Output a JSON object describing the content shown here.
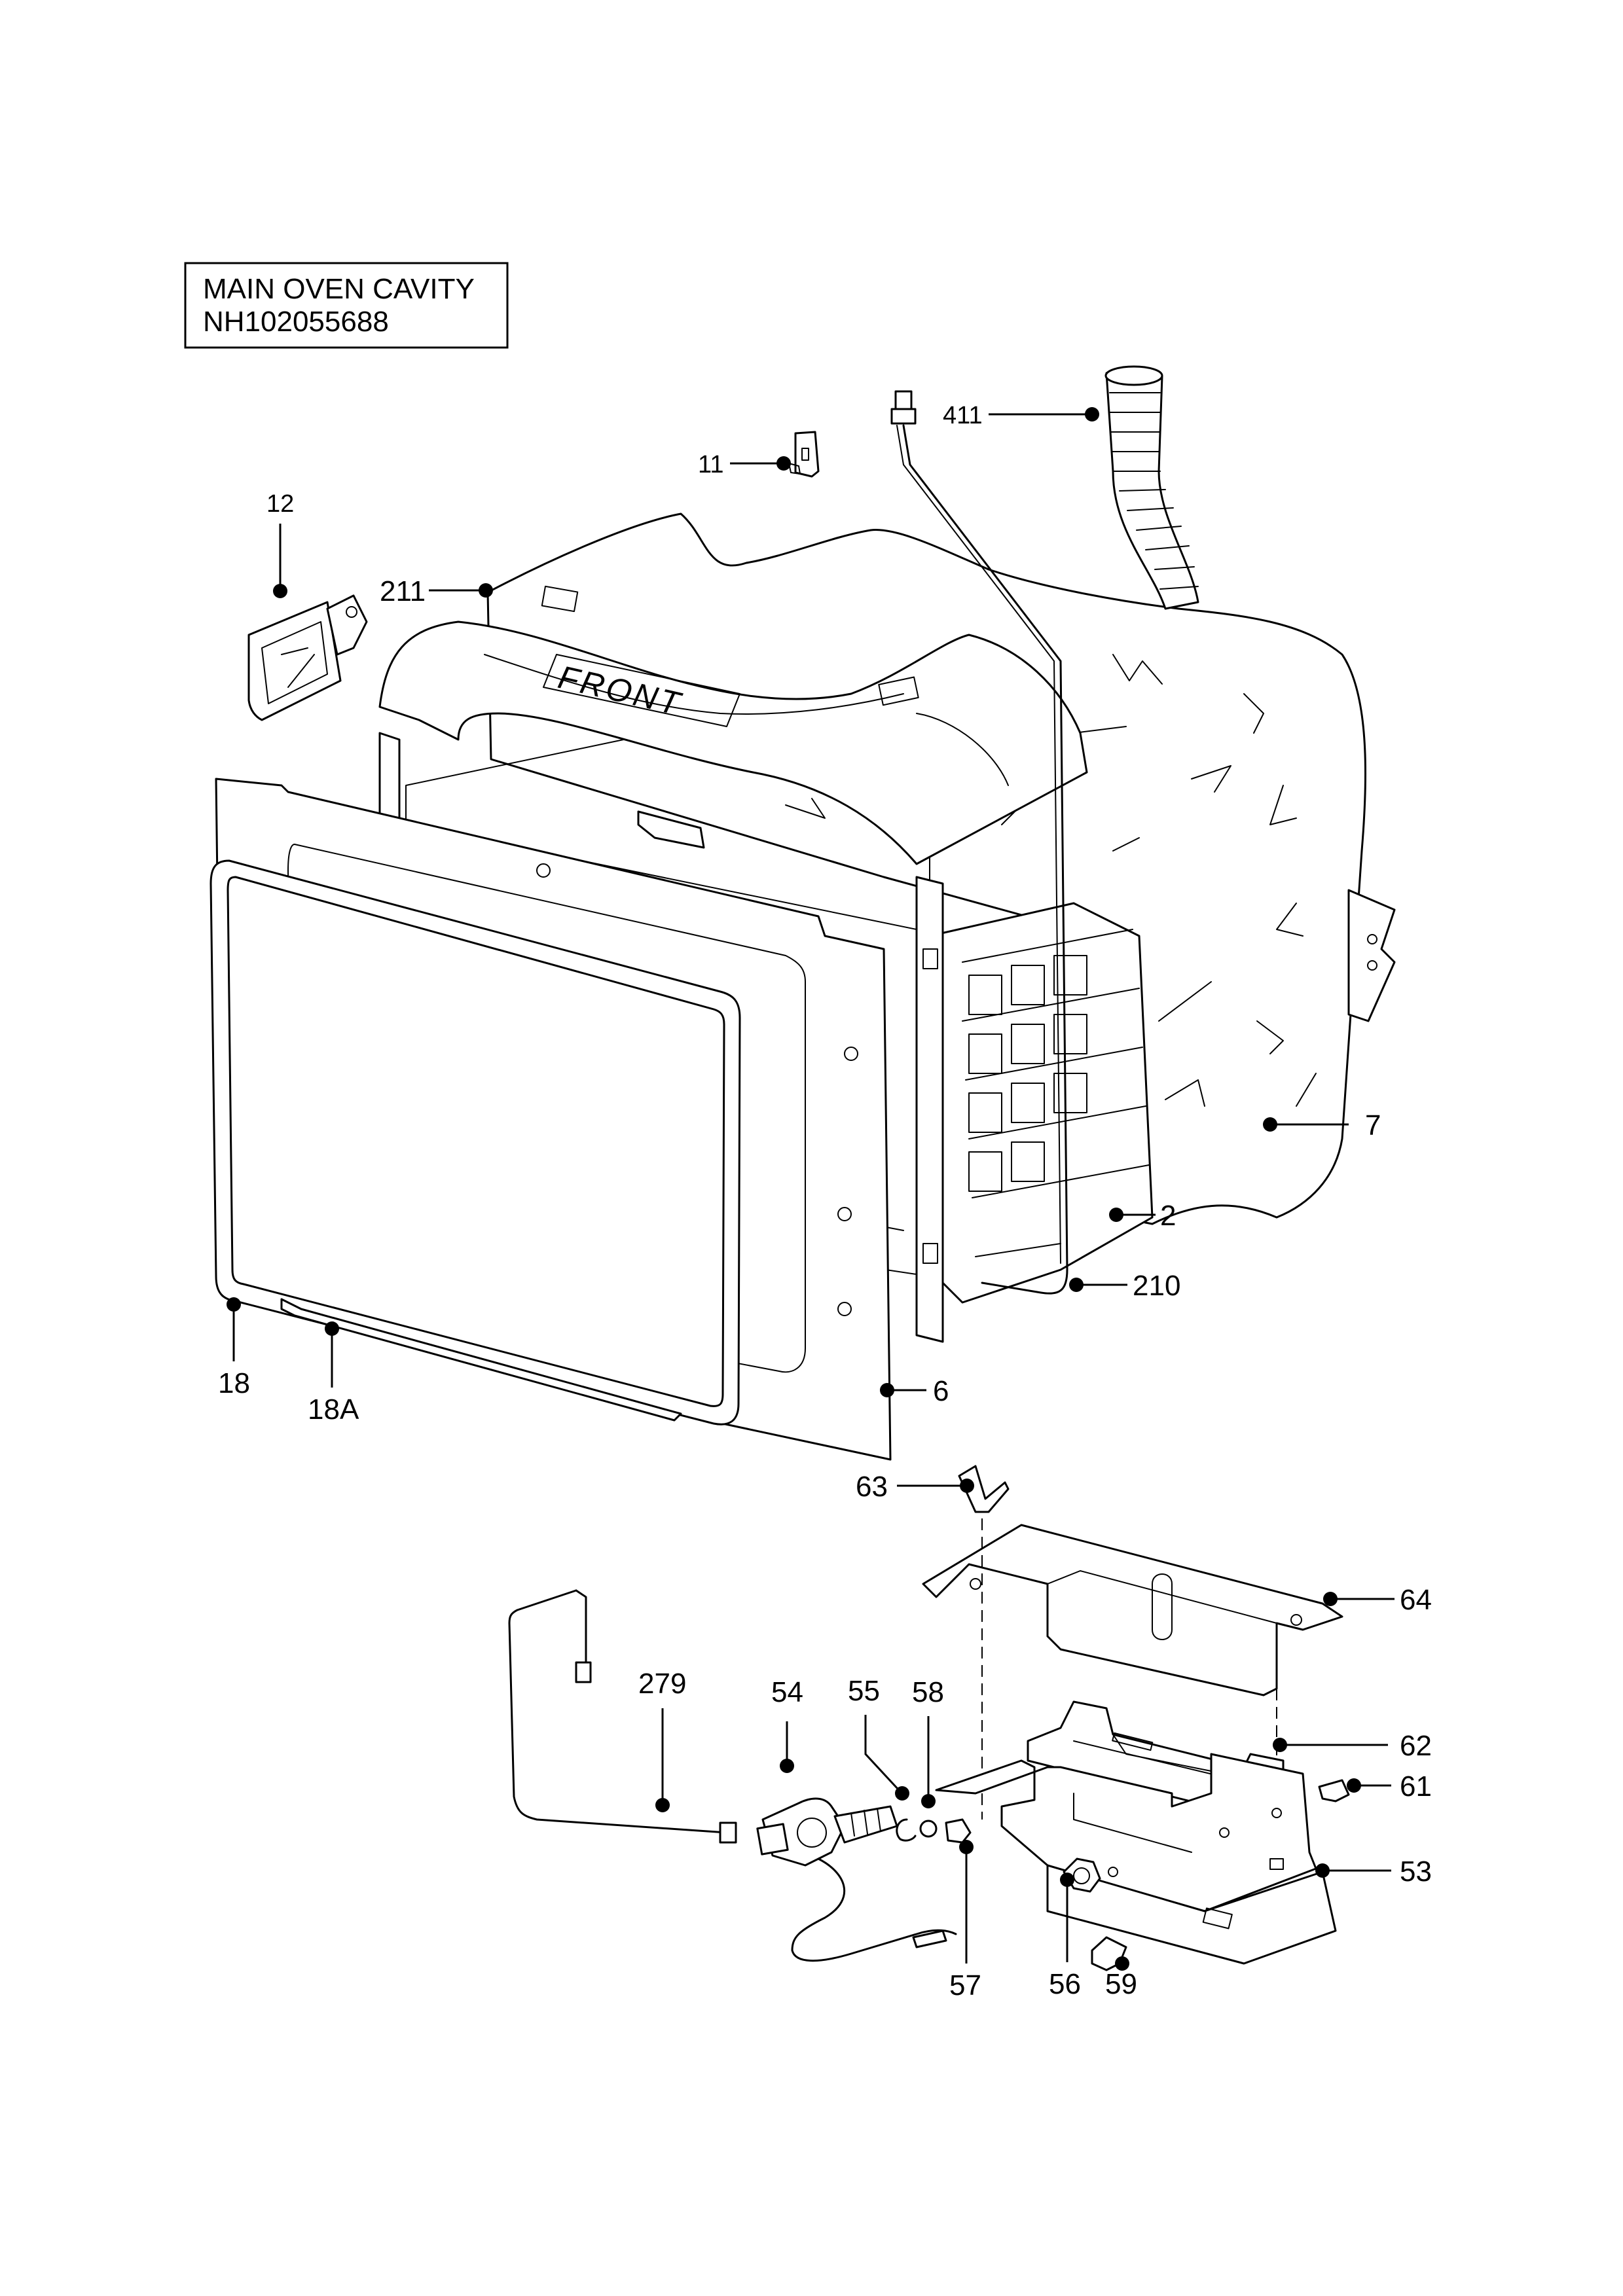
{
  "title": {
    "line1": "MAIN OVEN CAVITY",
    "line2": "NH102055688"
  },
  "front_label": "FRONT",
  "callouts": {
    "c411": "411",
    "c11": "11",
    "c12": "12",
    "c211": "211",
    "c7": "7",
    "c2": "2",
    "c210": "210",
    "c18": "18",
    "c18A": "18A",
    "c6": "6",
    "c63": "63",
    "c64": "64",
    "c279": "279",
    "c54": "54",
    "c55": "55",
    "c58": "58",
    "c62": "62",
    "c61": "61",
    "c53": "53",
    "c57": "57",
    "c56": "56",
    "c59": "59"
  }
}
